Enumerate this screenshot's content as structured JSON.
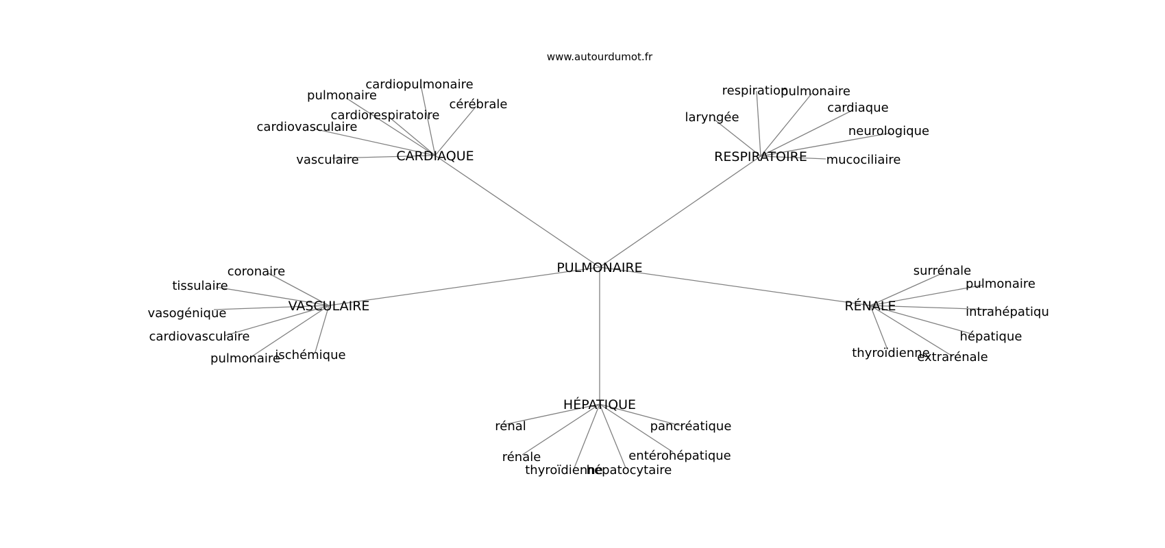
{
  "credit": "www.autourdumot.fr",
  "center": "PULMONAIRE",
  "hubs": [
    {
      "label": "CARDIAQUE",
      "leaves": [
        "cardiopulmonaire",
        "pulmonaire",
        "cérébrale",
        "cardiorespiratoire",
        "cardiovasculaire",
        "vasculaire"
      ]
    },
    {
      "label": "RESPIRATOIRE",
      "leaves": [
        "respiration",
        "pulmonaire",
        "cardiaque",
        "laryngée",
        "neurologique",
        "mucociliaire"
      ]
    },
    {
      "label": "VASCULAIRE",
      "leaves": [
        "coronaire",
        "tissulaire",
        "vasogénique",
        "cardiovasculaire",
        "pulmonaire",
        "ischémique"
      ]
    },
    {
      "label": "RÉNALE",
      "leaves": [
        "surrénale",
        "pulmonaire",
        "intrahépatiqu",
        "hépatique",
        "thyroïdienne",
        "extrarénale"
      ]
    },
    {
      "label": "HÉPATIQUE",
      "leaves": [
        "rénal",
        "pancréatique",
        "rénale",
        "entérohépatique",
        "thyroïdienne",
        "hépatocytaire"
      ]
    }
  ]
}
